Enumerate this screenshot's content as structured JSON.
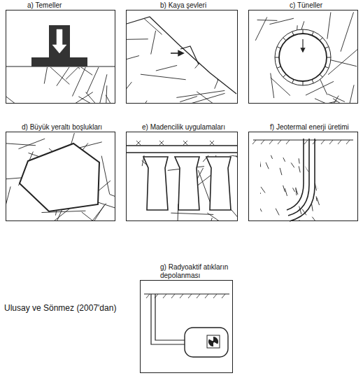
{
  "diagram": {
    "nodes": [
      {
        "text": [
          "a) Temeller"
        ]
      },
      {
        "text": [
          "b) Kaya şevleri"
        ]
      },
      {
        "text": [
          "c) Tüneller"
        ]
      },
      {
        "text": [
          "d) Büyük yeraltı boşlukları"
        ]
      },
      {
        "text": [
          "e) Madencilik uygulamaları"
        ]
      },
      {
        "text": [
          "f) Jeotermal enerji üretimi"
        ]
      },
      {
        "text": [
          "g) Radyoaktif atıkların depolanması"
        ]
      }
    ],
    "edges": [],
    "labels": [
      "Ulusay ve Sönmez (2007'dan)"
    ]
  }
}
